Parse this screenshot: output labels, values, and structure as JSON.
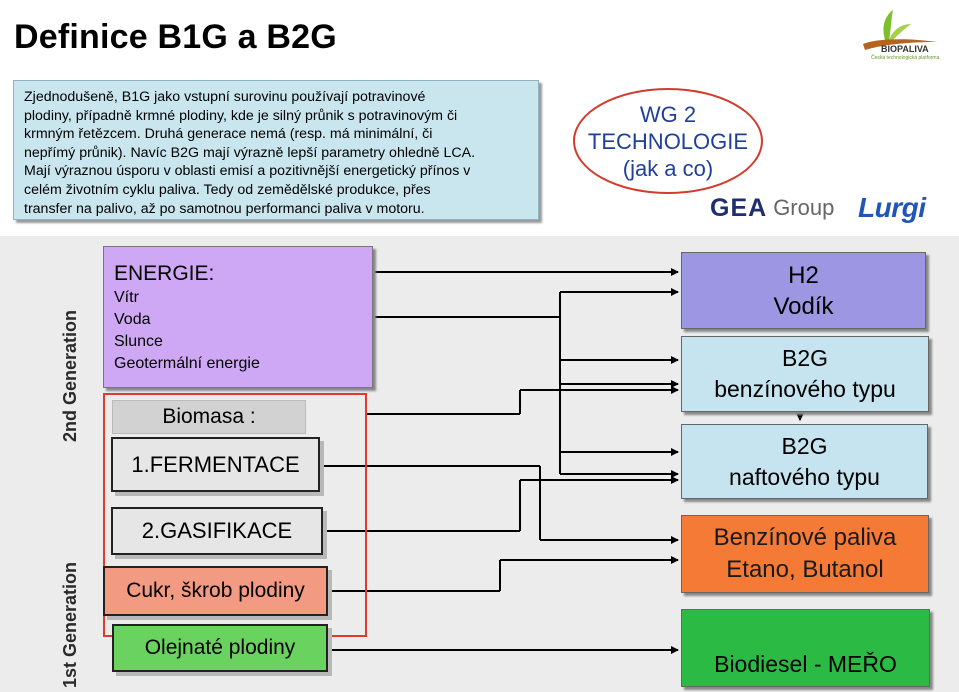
{
  "header": {
    "title": "Definice B1G a B2G",
    "logo_text": "BIOPALIVA",
    "logo_subtitle": "Česká technologická platforma"
  },
  "intro": {
    "lines": [
      "Zjednodušeně, B1G jako vstupní surovinu používají potravinové",
      "plodiny, případně krmné plodiny, kde je silný průnik s potravinovým či",
      "krmným řetězcem. Druhá generace nemá (resp. má minimální, či",
      "nepřímý průnik). Navíc B2G mají výrazně lepší parametry ohledně LCA.",
      "Mají výraznou úsporu v oblasti emisí a pozitivnější energetický přínos v",
      "celém životním cyklu paliva. Tedy od zemědělské produkce, přes",
      "transfer na palivo, až po samotnou performanci paliva v motoru."
    ]
  },
  "wg": {
    "line1": "WG 2",
    "line2": "TECHNOLOGIE",
    "line3": "(jak a co)",
    "partner1_a": "GEA",
    "partner1_b": "Group",
    "partner2": "Lurgi"
  },
  "generations": {
    "second": "2nd Generation",
    "first": "1st Generation"
  },
  "energie": {
    "title": "ENERGIE:",
    "items": [
      "Vítr",
      "Voda",
      "Slunce",
      "Geotermální energie"
    ]
  },
  "inputs": {
    "biomasa": "Biomasa :",
    "fermentace": "1.FERMENTACE",
    "gasifikace": "2.GASIFIKACE",
    "cukr": "Cukr, škrob plodiny",
    "olej": "Olejnaté plodiny"
  },
  "outputs": {
    "h2_line1": "H2",
    "h2_line2": "Vodík",
    "b2g_benz_line1": "B2G",
    "b2g_benz_line2": "benzínového typu",
    "b2g_nafta_line1": "B2G",
    "b2g_nafta_line2": "naftového typu",
    "benzin_line1": "Benzínové paliva",
    "benzin_line2": "Etano, Butanol",
    "biodiesel": "Biodiesel - MEŘO"
  },
  "colors": {
    "energie": "#cfa8f5",
    "h2": "#9d97e3",
    "b2g": "#c6e4ef",
    "benzin": "#f57a36",
    "biodiesel": "#2bbb45",
    "cukr": "#f39a82",
    "olej": "#6ad25e",
    "accent_red": "#e03a2a",
    "wg_text": "#1f3f9a"
  }
}
